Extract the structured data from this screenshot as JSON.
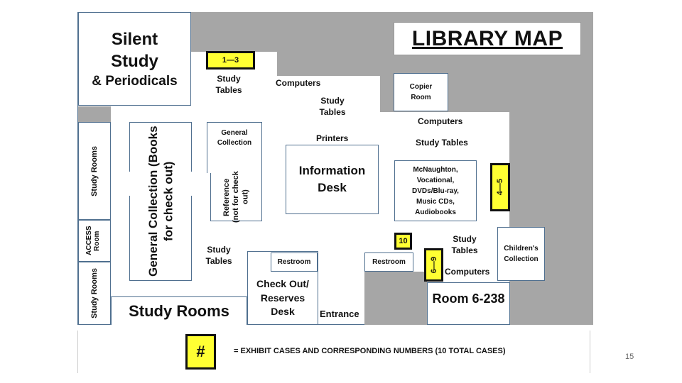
{
  "title": "LIBRARY MAP",
  "rooms": {
    "silent_study": "Silent Study",
    "periodicals": "& Periodicals",
    "general_collection_top": "General Collection",
    "general_collection_books": "General Collection (Books for check out)",
    "reference": "Reference (not for check out)",
    "information_desk": "Information Desk",
    "copier_room": "Copier Room",
    "mcnaughton": "McNaughton, Vocational, DVDs/Blu-ray, Music CDs, Audiobooks",
    "childrens_collection": "Children's Collection",
    "restroom_left": "Restroom",
    "restroom_right": "Restroom",
    "check_out_desk": "Check Out/ Reserves Desk",
    "room_6_238": "Room 6-238",
    "study_rooms_left_top": "Study Rooms",
    "access_room": "ACCESS Room",
    "study_rooms_left_bottom": "Study Rooms",
    "study_rooms_bottom": "Study Rooms"
  },
  "labels": {
    "study_tables_1": "Study Tables",
    "computers_1": "Computers",
    "study_tables_2": "Study Tables",
    "printers": "Printers",
    "computers_2": "Computers",
    "study_tables_3": "Study Tables",
    "study_tables_4": "Study Tables",
    "study_tables_5": "Study Tables",
    "computers_3": "Computers",
    "entrance": "Entrance"
  },
  "exhibit_cases": {
    "case_1_3": "1—3",
    "case_4_5": "4—5",
    "case_6_9": "6—9",
    "case_10": "10"
  },
  "legend": {
    "symbol": "#",
    "text": "= EXHIBIT CASES AND CORRESPONDING NUMBERS (10 TOTAL CASES)"
  },
  "page_number": "15",
  "colors": {
    "case_fill": "#ffff33",
    "wall_gray": "#a6a6a6",
    "room_border": "#4f6f8f"
  }
}
